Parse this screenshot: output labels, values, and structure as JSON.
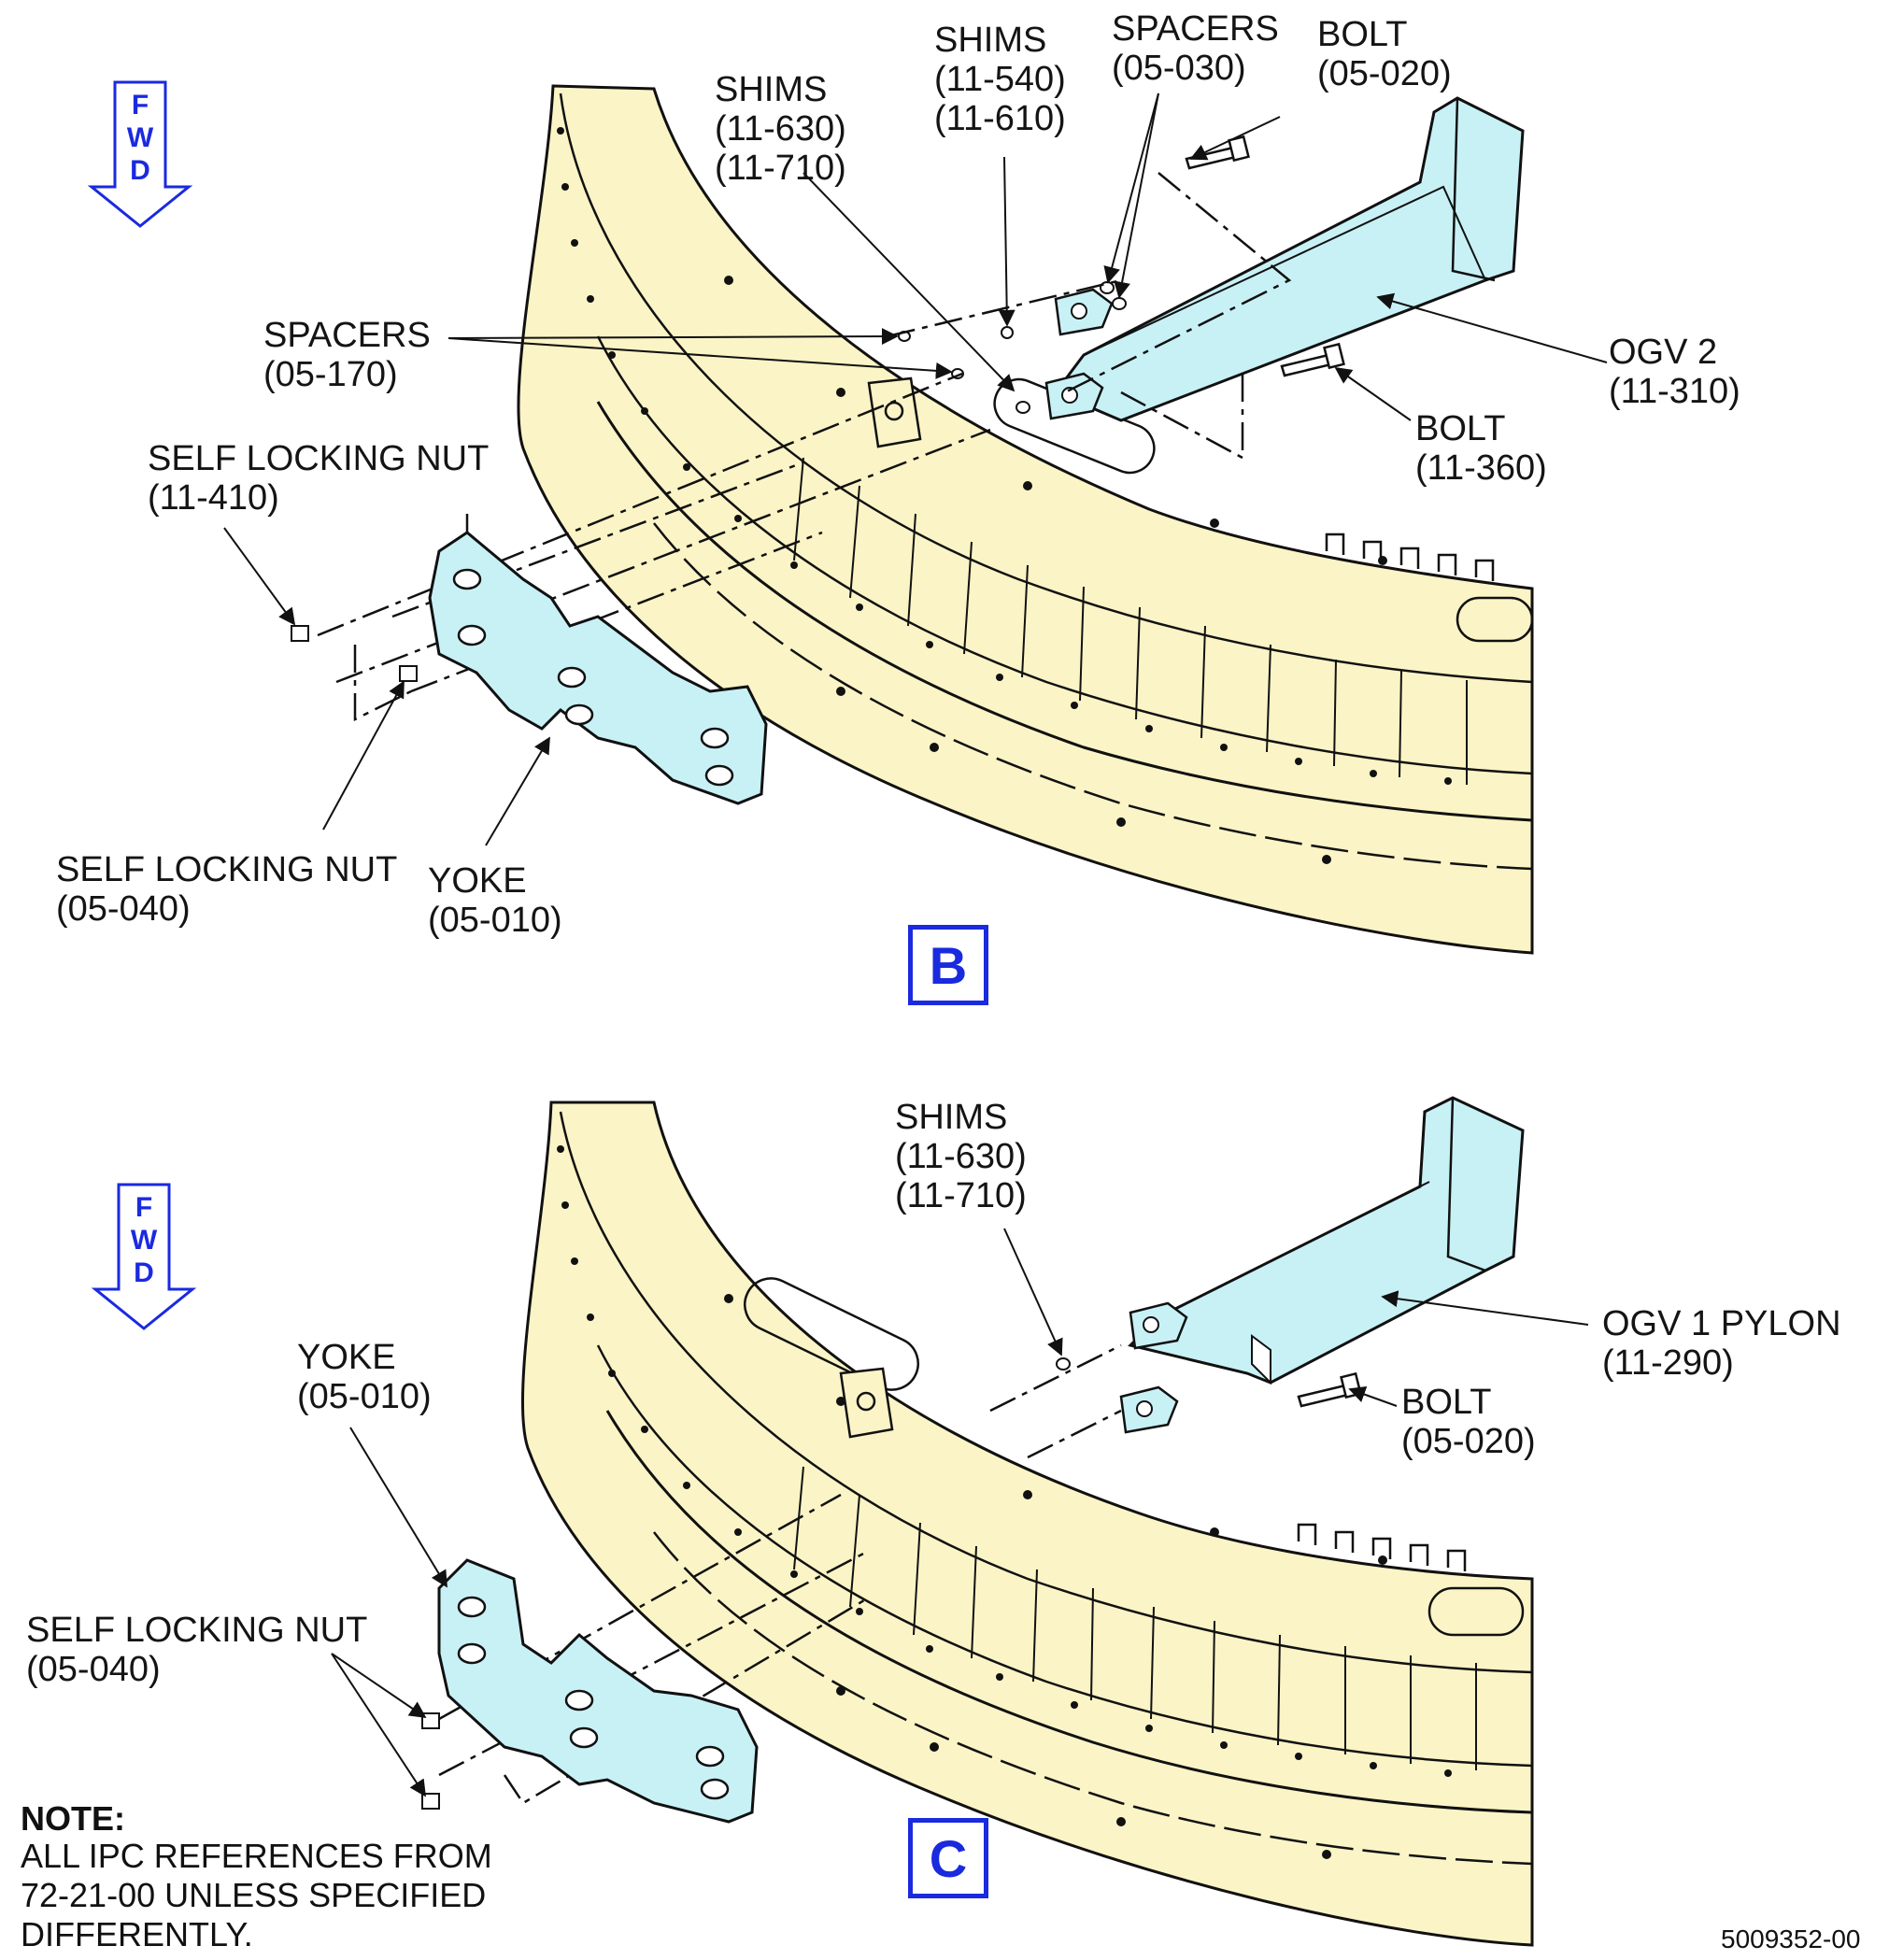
{
  "views": [
    {
      "id": "B",
      "callouts": [
        {
          "key": "shims_b",
          "text": "SHIMS\n(11-630)\n(11-710)"
        },
        {
          "key": "shims_b2",
          "text": "SHIMS\n(11-540)\n(11-610)"
        },
        {
          "key": "spacers_b2",
          "text": "SPACERS\n(05-030)"
        },
        {
          "key": "bolt_b1",
          "text": "BOLT\n(05-020)"
        },
        {
          "key": "spacers_b1",
          "text": "SPACERS\n(05-170)"
        },
        {
          "key": "ogv2",
          "text": "OGV 2\n(11-310)"
        },
        {
          "key": "bolt_b2",
          "text": "BOLT\n(11-360)"
        },
        {
          "key": "nut_b1",
          "text": "SELF LOCKING NUT\n(11-410)"
        },
        {
          "key": "nut_b2",
          "text": "SELF LOCKING NUT\n(05-040)"
        },
        {
          "key": "yoke_b",
          "text": "YOKE\n(05-010)"
        }
      ]
    },
    {
      "id": "C",
      "callouts": [
        {
          "key": "shims_c",
          "text": "SHIMS\n(11-630)\n(11-710)"
        },
        {
          "key": "ogv1",
          "text": "OGV 1 PYLON\n(11-290)"
        },
        {
          "key": "bolt_c",
          "text": "BOLT\n(05-020)"
        },
        {
          "key": "yoke_c",
          "text": "YOKE\n(05-010)"
        },
        {
          "key": "nut_c",
          "text": "SELF LOCKING NUT\n(05-040)"
        }
      ]
    }
  ],
  "fwd_label": "FWD",
  "note": {
    "title": "NOTE:",
    "body": "ALL IPC REFERENCES FROM\n72-21-00 UNLESS SPECIFIED\nDIFFERENTLY."
  },
  "figure_number": "5009352-00",
  "colors": {
    "frame_fill": "#fbf4c6",
    "part_fill": "#c8f1f6",
    "accent_blue": "#1a2adf",
    "line": "#111111"
  },
  "icons": [
    "fwd-arrow-icon",
    "leader-arrow-icon"
  ]
}
